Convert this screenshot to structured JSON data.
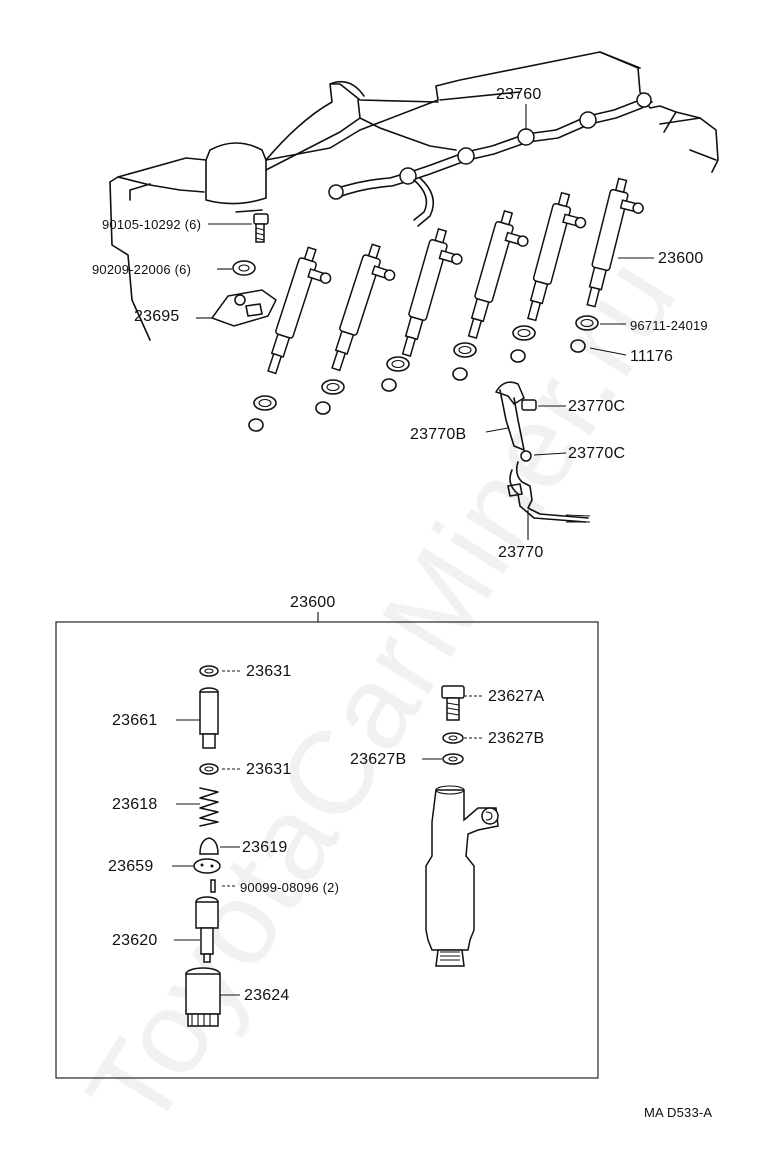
{
  "watermark": "ToyotaCarMiner.ru",
  "footer_code": "MA  D533-A",
  "labels": {
    "p23760": "23760",
    "p23600_top": "23600",
    "p90105": "90105-10292 (6)",
    "p90209": "90209-22006 (6)",
    "p23695": "23695",
    "p96711": "96711-24019",
    "p11176": "11176",
    "p23770C_a": "23770C",
    "p23770B": "23770B",
    "p23770C_b": "23770C",
    "p23770": "23770",
    "p23600_box": "23600",
    "p23631_a": "23631",
    "p23661": "23661",
    "p23631_b": "23631",
    "p23618": "23618",
    "p23619": "23619",
    "p23659": "23659",
    "p90099": "90099-08096 (2)",
    "p23620": "23620",
    "p23624": "23624",
    "p23627A": "23627A",
    "p23627B_a": "23627B",
    "p23627B_b": "23627B"
  }
}
